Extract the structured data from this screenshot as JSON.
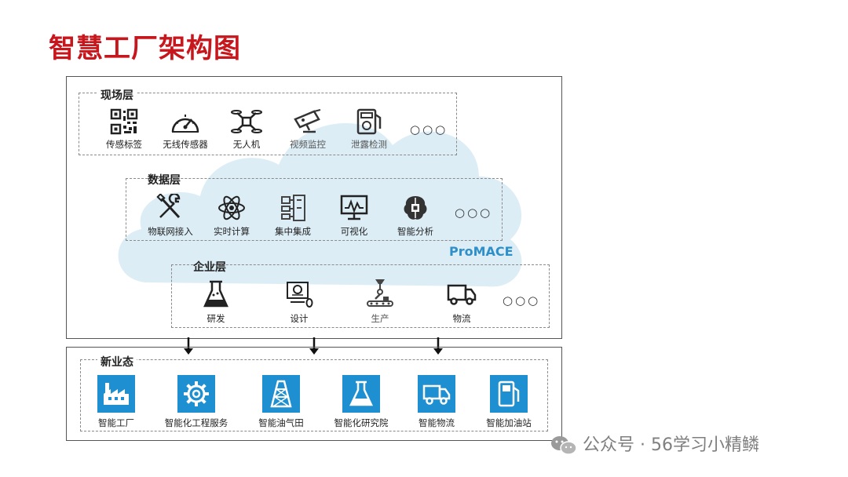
{
  "title": "智慧工厂架构图",
  "layers": {
    "field": {
      "label": "现场层",
      "items": [
        {
          "label": "传感标签",
          "icon": "qr-code-icon"
        },
        {
          "label": "无线传感器",
          "icon": "gauge-icon"
        },
        {
          "label": "无人机",
          "icon": "drone-icon"
        },
        {
          "label": "视频监控",
          "icon": "cctv-camera-icon"
        },
        {
          "label": "泄露检测",
          "icon": "leak-detector-icon"
        }
      ],
      "more": "○○○"
    },
    "data": {
      "label": "数据层",
      "items": [
        {
          "label": "物联网接入",
          "icon": "tools-icon"
        },
        {
          "label": "实时计算",
          "icon": "atom-icon"
        },
        {
          "label": "集中集成",
          "icon": "circuit-icon"
        },
        {
          "label": "可视化",
          "icon": "monitor-chart-icon"
        },
        {
          "label": "智能分析",
          "icon": "brain-chip-icon"
        }
      ],
      "more": "○○○"
    },
    "enterprise": {
      "label": "企业层",
      "items": [
        {
          "label": "研发",
          "icon": "flask-icon"
        },
        {
          "label": "设计",
          "icon": "design-computer-icon"
        },
        {
          "label": "生产",
          "icon": "robot-arm-icon"
        },
        {
          "label": "物流",
          "icon": "truck-icon"
        }
      ],
      "more": "○○○"
    },
    "new_business": {
      "label": "新业态",
      "items": [
        {
          "label": "智能工厂",
          "icon": "factory-icon"
        },
        {
          "label": "智能化工程服务",
          "icon": "gear-icon"
        },
        {
          "label": "智能油气田",
          "icon": "oil-derrick-icon"
        },
        {
          "label": "智能化研究院",
          "icon": "flask-icon"
        },
        {
          "label": "智能物流",
          "icon": "truck-icon"
        },
        {
          "label": "智能加油站",
          "icon": "fuel-pump-icon"
        }
      ]
    }
  },
  "platform_name": "ProMACE",
  "watermark": "公众号 · 56学习小精鳞",
  "colors": {
    "title": "#c8161d",
    "tile": "#1e8fd1",
    "cloud": "#dcedf6",
    "promace": "#2e8fc9"
  }
}
